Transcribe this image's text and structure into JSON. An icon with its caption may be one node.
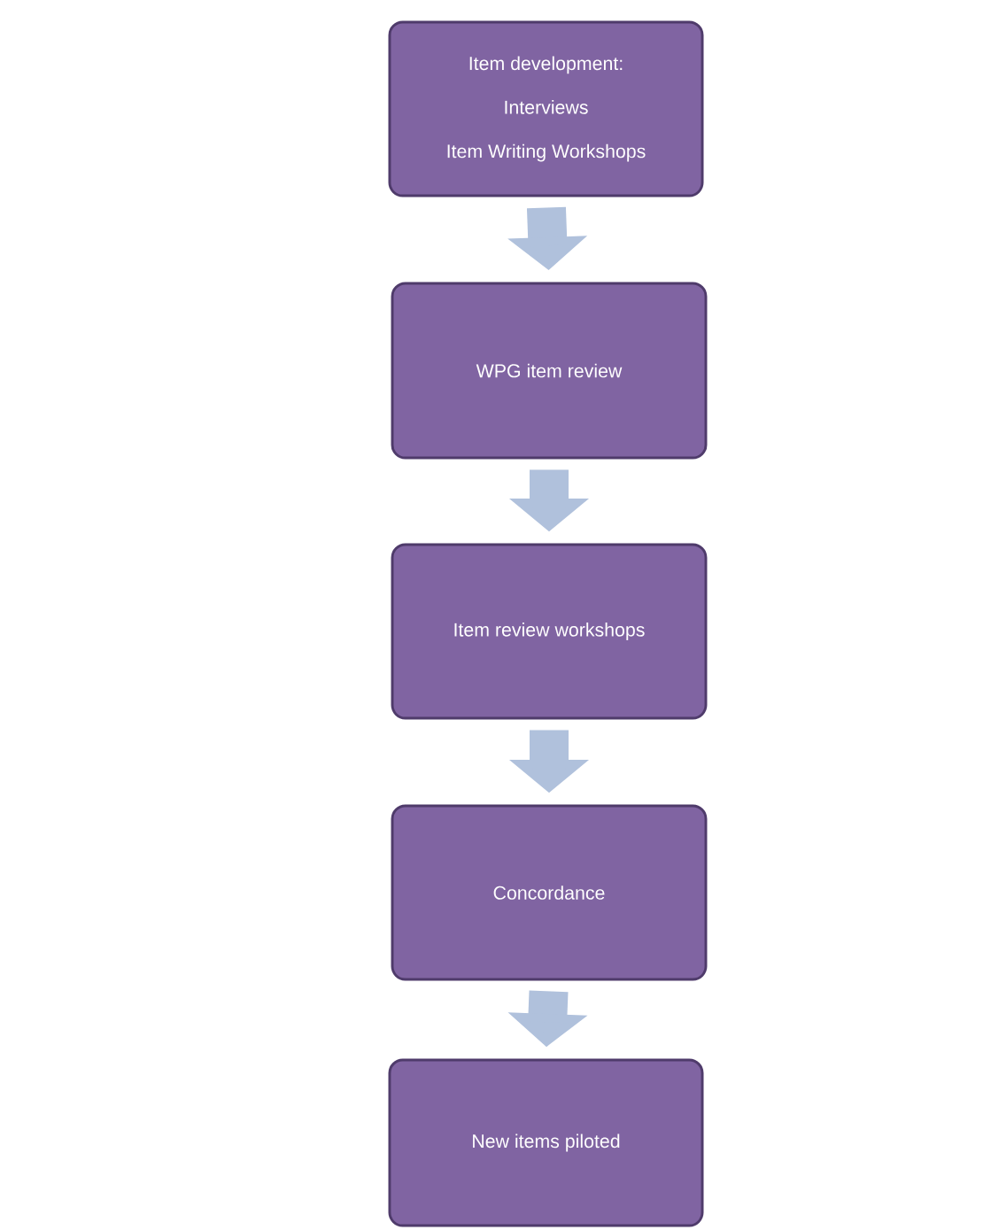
{
  "diagram": {
    "nodes": [
      {
        "text": [
          "Item development:",
          "Interviews",
          "Item Writing Workshops"
        ]
      },
      {
        "text": [
          "WPG item review"
        ]
      },
      {
        "text": [
          "Item review workshops"
        ]
      },
      {
        "text": [
          "Concordance"
        ]
      },
      {
        "text": [
          "New items piloted"
        ]
      }
    ],
    "edges": [
      {
        "from": 0,
        "to": 1,
        "arrow": "to"
      },
      {
        "from": 1,
        "to": 2,
        "arrow": "to"
      },
      {
        "from": 2,
        "to": 3,
        "arrow": "to"
      },
      {
        "from": 3,
        "to": 4,
        "arrow": "to"
      }
    ]
  }
}
